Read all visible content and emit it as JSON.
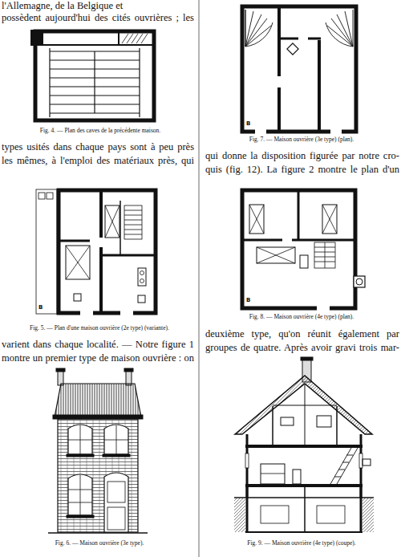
{
  "diagram": {
    "labels": [
      "l'Allemagne, de la Belgique et",
      "possèdent aujourd'hui des cités ouvrières ; les",
      "Fig. 4. — Plan des caves de la précédente maison.",
      "types usités dans chaque pays sont à peu près",
      "les mêmes, à l'emploi des matériaux près, qui",
      "Fig. 5. — Plan d'une maison ouvrière (2e type) (variante).",
      "B",
      "varient dans chaque localité. — Notre figure 1",
      "montre un premier type de maison ouvrière : on",
      "Fig. 6. — Maison ouvrière (3e type).",
      "Fig. 7. — Maison ouvrière (3e type) (plan).",
      "B",
      "qui donne la disposition figurée par notre cro-",
      "quis (fig. 12). La figure 2 montre le plan d'un",
      "Fig. 8. — Maison ouvrière (4e type) (plan).",
      "B",
      "deuxième type, qu'on réunit également par",
      "groupes de quatre. Après avoir gravi trois mar-",
      "Fig. 9. — Maison ouvrière (4e type) (coupe)."
    ]
  }
}
